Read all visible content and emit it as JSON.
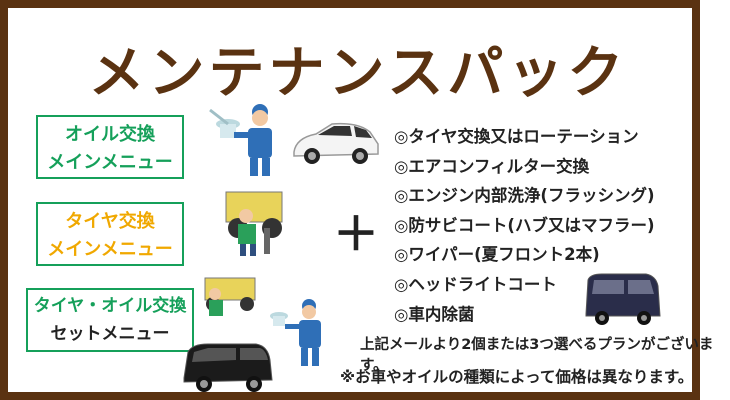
{
  "title": "メンテナンスパック",
  "menus": [
    {
      "line1": "オイル交換",
      "line2": "メインメニュー"
    },
    {
      "line1": "タイヤ交換",
      "line2": "メインメニュー"
    },
    {
      "line1": "タイヤ・オイル交換",
      "line2": "セットメニュー"
    }
  ],
  "plus": "＋",
  "options": [
    "◎タイヤ交換又はローテーション",
    "◎エアコンフィルター交換",
    "◎エンジン内部洗浄(フラッシング)",
    "◎防サビコート(ハブ又はマフラー)",
    "◎ワイパー(夏フロント2本)",
    "◎ヘッドライトコート",
    "◎車内除菌"
  ],
  "notes": [
    "上記メールより2個または3つ選べるプランがございます。",
    "※お車やオイルの種類によって価格は異なります。"
  ],
  "colors": {
    "frame": "#5a3211",
    "green": "#15a05a",
    "orange": "#f0a800",
    "worker_blue": "#2f6fb7"
  }
}
